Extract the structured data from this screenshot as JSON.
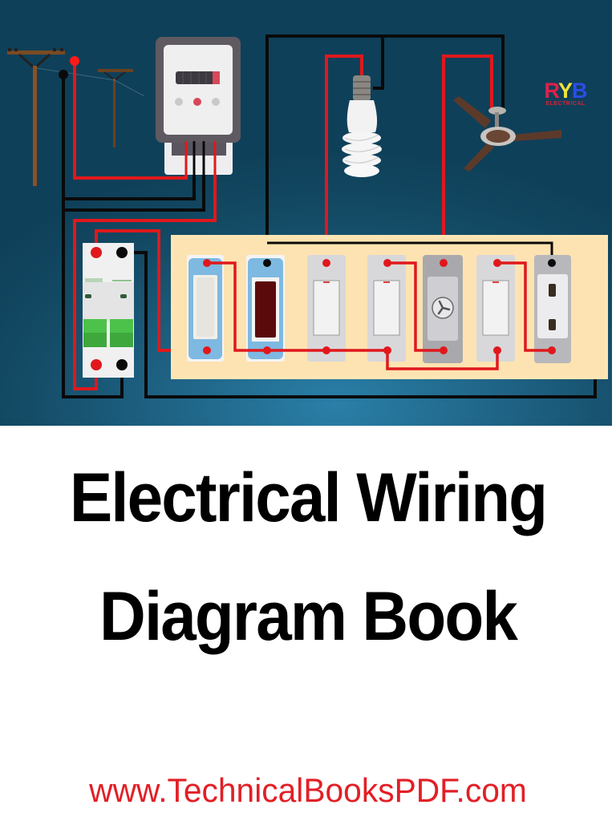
{
  "cover": {
    "title_line1": "Electrical Wiring",
    "title_line2": "Diagram Book",
    "website": "www.TechnicalBooksPDF.com",
    "brand": {
      "letters": [
        "R",
        "Y",
        "B"
      ],
      "subtitle": "ELECTRICAL"
    }
  },
  "diagram": {
    "components": [
      "utility-pole-left",
      "utility-pole-right",
      "energy-meter",
      "mcb-breaker",
      "cfl-bulb",
      "ceiling-fan",
      "switchboard"
    ],
    "switchboard_modules": [
      "main-rocker-switch",
      "indicator-lamp",
      "bulb-switch",
      "socket-switch",
      "fan-regulator",
      "spare-switch",
      "power-socket"
    ],
    "wire_colors": {
      "phase": "#e0181c",
      "neutral": "#0a0a0a"
    }
  },
  "colors": {
    "background_panel": "#1a5a7a",
    "board_plate": "#fde5b4",
    "title_text": "#000000",
    "website_text": "#e21f26"
  }
}
